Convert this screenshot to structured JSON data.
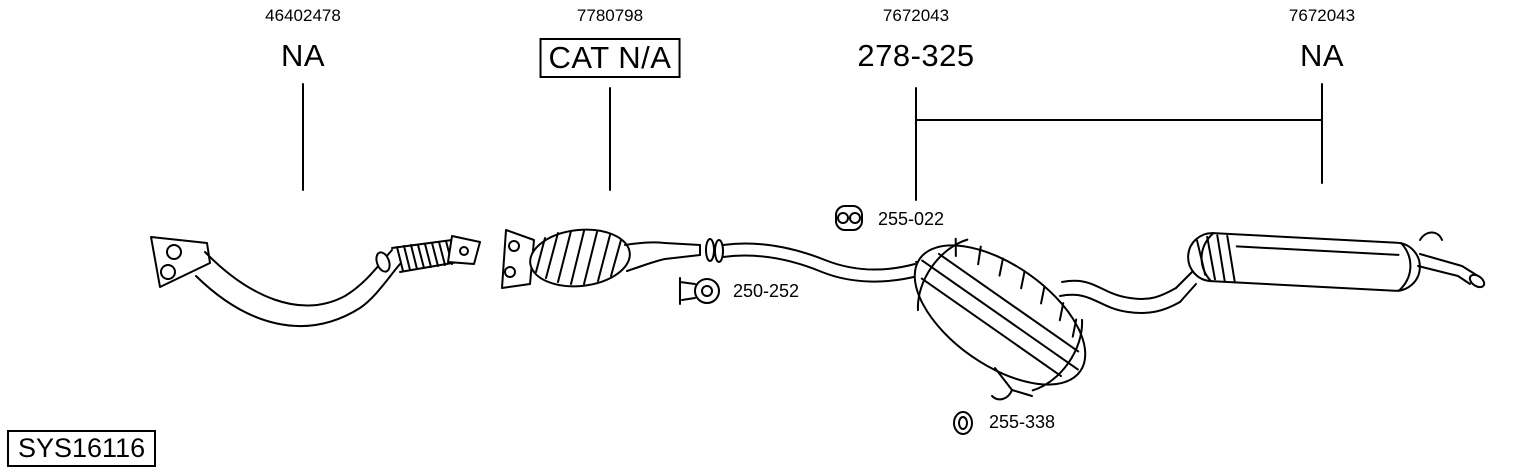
{
  "diagram": {
    "system_code": "SYS16116",
    "callouts": [
      {
        "part_number": "46402478",
        "label": "NA"
      },
      {
        "part_number": "7780798",
        "label": "CAT N/A"
      },
      {
        "part_number": "7672043",
        "label": "278-325"
      },
      {
        "part_number": "7672043",
        "label": "NA"
      }
    ],
    "components": [
      {
        "label": "255-022",
        "icon": "rubber-hanger-icon"
      },
      {
        "label": "250-252",
        "icon": "clamp-icon"
      },
      {
        "label": "255-338",
        "icon": "rubber-ring-icon"
      }
    ],
    "colors": {
      "line": "#000000",
      "background": "#ffffff"
    }
  }
}
